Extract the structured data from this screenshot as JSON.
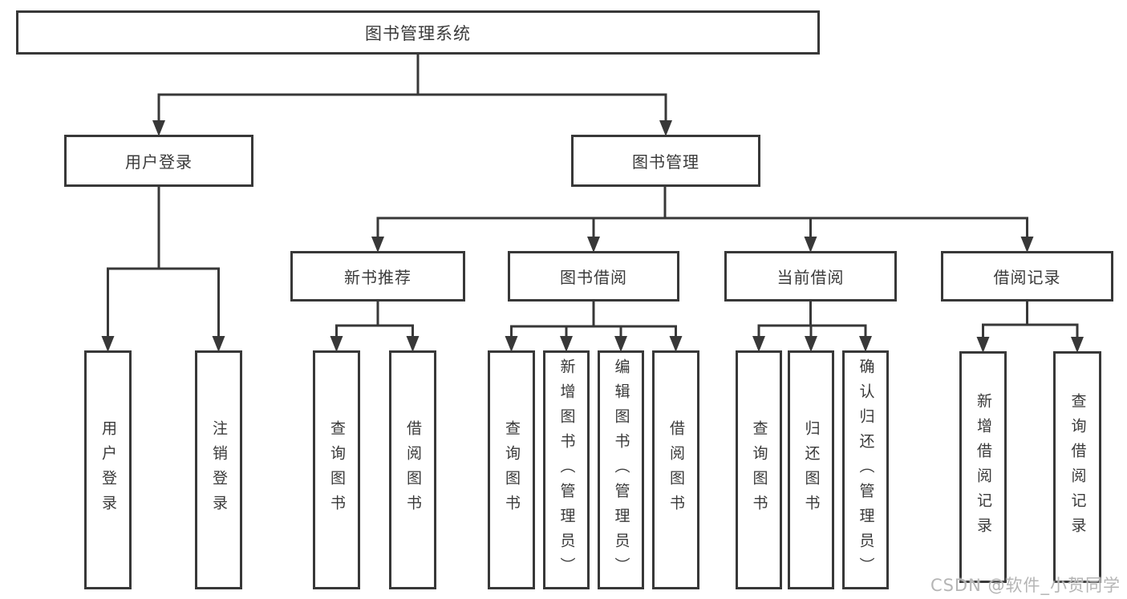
{
  "tree": {
    "label": "图书管理系统",
    "children": [
      {
        "label": "用户登录",
        "children": [
          {
            "label": "用户登录"
          },
          {
            "label": "注销登录"
          }
        ]
      },
      {
        "label": "图书管理",
        "children": [
          {
            "label": "新书推荐",
            "children": [
              {
                "label": "查询图书"
              },
              {
                "label": "借阅图书"
              }
            ]
          },
          {
            "label": "图书借阅",
            "children": [
              {
                "label": "查询图书"
              },
              {
                "label": "新增图书（管理员）"
              },
              {
                "label": "编辑图书（管理员）"
              },
              {
                "label": "借阅图书"
              }
            ]
          },
          {
            "label": "当前借阅",
            "children": [
              {
                "label": "查询图书"
              },
              {
                "label": "归还图书"
              },
              {
                "label": "确认归还（管理员）"
              }
            ]
          },
          {
            "label": "借阅记录",
            "children": [
              {
                "label": "新增借阅记录"
              },
              {
                "label": "查询借阅记录"
              }
            ]
          }
        ]
      }
    ]
  },
  "watermark": {
    "text": "CSDN @软件_小贺同学"
  },
  "colors": {
    "line": "#383838",
    "box_background": "#ffffff",
    "text": "#3a3a3a",
    "watermark": "#b5b5b5"
  }
}
